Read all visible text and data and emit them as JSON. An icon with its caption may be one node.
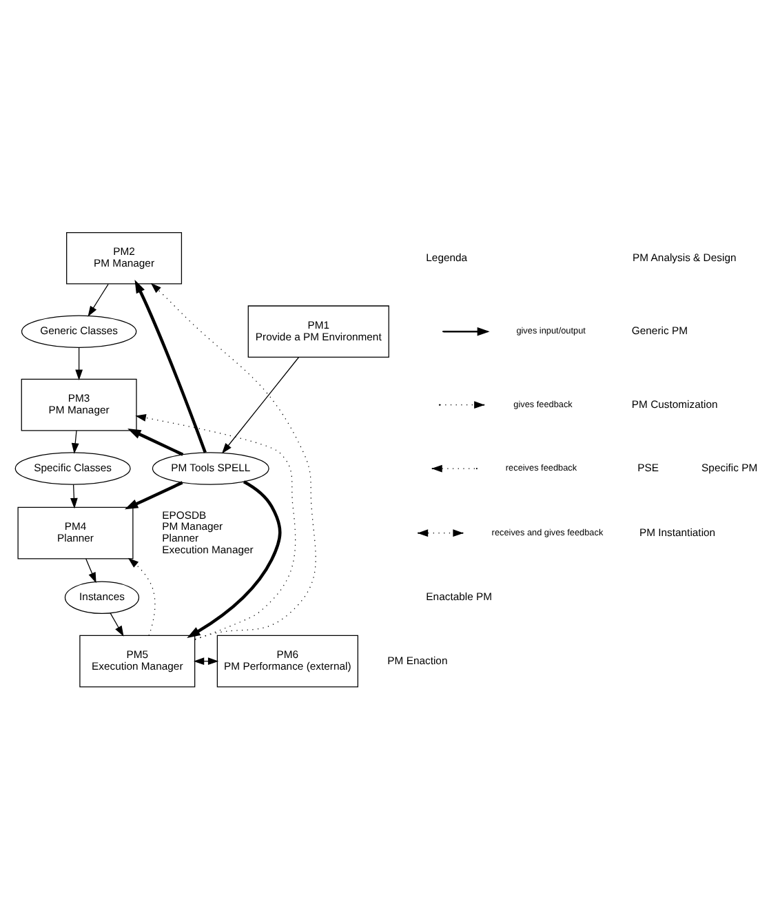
{
  "diagram": {
    "nodes": [
      {
        "text": [
          "PM2",
          "PM Manager"
        ]
      },
      {
        "text": [
          "Generic Classes"
        ]
      },
      {
        "text": [
          "PM1",
          "Provide a PM Environment"
        ]
      },
      {
        "text": [
          "PM3",
          "PM Manager"
        ]
      },
      {
        "text": [
          "PM Tools SPELL"
        ],
        "beside": [
          "EPOSDB",
          "PM Manager",
          "Planner",
          "Execution Manager"
        ]
      },
      {
        "text": [
          "Specific Classes"
        ]
      },
      {
        "text": [
          "PM4",
          "Planner"
        ]
      },
      {
        "text": [
          "Instances"
        ]
      },
      {
        "text": [
          "PM5",
          "Execution Manager"
        ]
      },
      {
        "text": [
          "PM6",
          "PM Performance (external)"
        ]
      }
    ],
    "edges": [
      {
        "from": 0,
        "to": 1,
        "arrow": "to"
      },
      {
        "from": 1,
        "to": 3,
        "arrow": "to"
      },
      {
        "from": 3,
        "to": 5,
        "arrow": "to"
      },
      {
        "from": 5,
        "to": 6,
        "arrow": "to"
      },
      {
        "from": 6,
        "to": 7,
        "arrow": "to"
      },
      {
        "from": 7,
        "to": 8,
        "arrow": "to"
      },
      {
        "from": 2,
        "to": 4,
        "arrow": "to"
      },
      {
        "from": 4,
        "to": 0,
        "arrow": "to",
        "style": "thick"
      },
      {
        "from": 4,
        "to": 3,
        "arrow": "to",
        "style": "thick"
      },
      {
        "from": 4,
        "to": 6,
        "arrow": "to",
        "style": "thick"
      },
      {
        "from": 4,
        "to": 8,
        "arrow": "to",
        "style": "thick"
      },
      {
        "from": 8,
        "to": 0,
        "arrow": "to",
        "style": "dashed"
      },
      {
        "from": 8,
        "to": 3,
        "arrow": "to",
        "style": "dashed"
      },
      {
        "from": 8,
        "to": 6,
        "arrow": "to",
        "style": "dashed"
      },
      {
        "from": 8,
        "to": 9,
        "arrow": "both"
      }
    ],
    "labels": [
      "Legenda",
      "PM Analysis & Design",
      "Generic PM",
      "PM Customization",
      "PSE",
      "Specific PM",
      "PM Instantiation",
      "Enactable PM",
      "PM Enaction"
    ],
    "legend": [
      {
        "text": "gives input/output"
      },
      {
        "text": "gives feedback"
      },
      {
        "text": "receives feedback"
      },
      {
        "text": "receives and gives feedback"
      }
    ]
  }
}
